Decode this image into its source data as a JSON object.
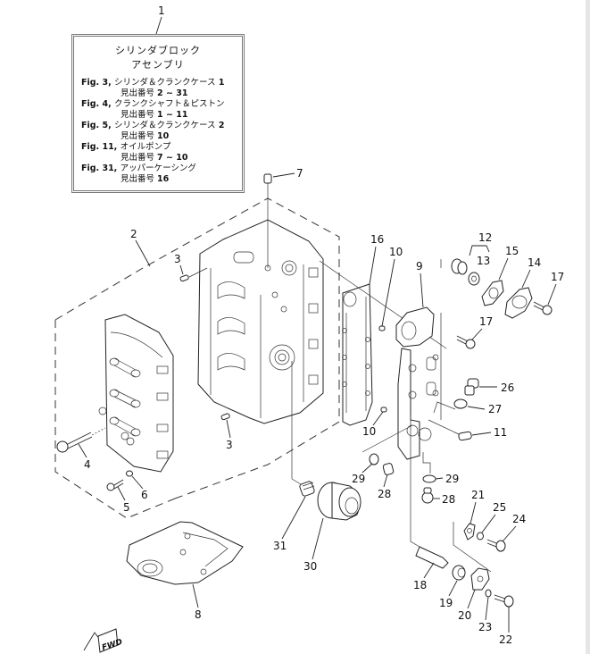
{
  "callout": {
    "ref_number": "1",
    "title_line1": "シリンダブロック",
    "title_line2": "アセンブリ",
    "references": [
      {
        "fig": "Fig. 3,",
        "name": "シリンダ＆クランクケース",
        "suffix": "1",
        "index_label": "見出番号",
        "range": "2 ~ 31"
      },
      {
        "fig": "Fig. 4,",
        "name": "クランクシャフト＆ピストン",
        "suffix": "",
        "index_label": "見出番号",
        "range": "1 ~ 11"
      },
      {
        "fig": "Fig. 5,",
        "name": "シリンダ＆クランクケース",
        "suffix": "2",
        "index_label": "見出番号",
        "range": "10"
      },
      {
        "fig": "Fig. 11,",
        "name": "オイルポンプ",
        "suffix": "",
        "index_label": "見出番号",
        "range": "7 ~ 10"
      },
      {
        "fig": "Fig. 31,",
        "name": "アッパーケーシング",
        "suffix": "",
        "index_label": "見出番号",
        "range": "16"
      }
    ]
  },
  "labels": {
    "p2": "2",
    "p3a": "3",
    "p3b": "3",
    "p4": "4",
    "p5": "5",
    "p6": "6",
    "p7": "7",
    "p8": "8",
    "p9": "9",
    "p10a": "10",
    "p10b": "10",
    "p11": "11",
    "p12": "12",
    "p13": "13",
    "p14": "14",
    "p15": "15",
    "p16": "16",
    "p17a": "17",
    "p17b": "17",
    "p18": "18",
    "p19": "19",
    "p20": "20",
    "p21": "21",
    "p22": "22",
    "p23": "23",
    "p24": "24",
    "p25": "25",
    "p26": "26",
    "p27": "27",
    "p28a": "28",
    "p28b": "28",
    "p29a": "29",
    "p29b": "29",
    "p30": "30",
    "p31": "31"
  },
  "fwd_badge": "FWD",
  "colors": {
    "line": "#222222",
    "edge_strip": "#e6e6e6",
    "box_border": "#777777"
  }
}
